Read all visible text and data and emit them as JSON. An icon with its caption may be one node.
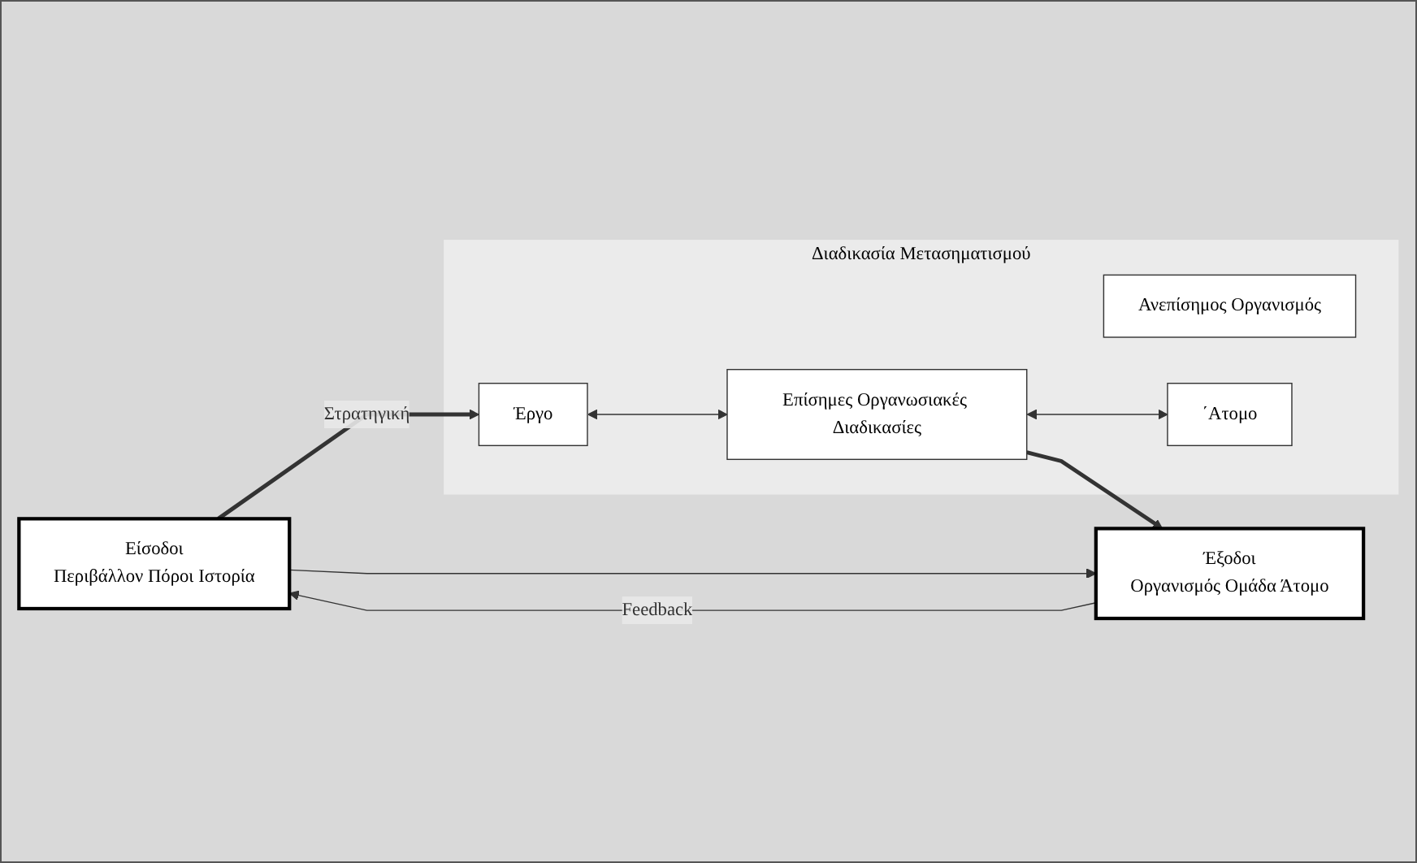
{
  "diagram": {
    "nodes": [
      {
        "text": [
          "Είσοδοι",
          "Περιβάλλον Πόροι Ιστορία"
        ]
      },
      {
        "text": [
          "Διαδικασία Μετασηματισμού"
        ]
      },
      {
        "text": [
          "Ανεπίσημος Οργανισμός"
        ],
        "in": 1
      },
      {
        "text": [
          "Έργο"
        ],
        "in": 1
      },
      {
        "text": [
          "Επίσημες Οργανωσιακές Διαδικασίες"
        ],
        "in": 1
      },
      {
        "text": [
          "΄Ατομο"
        ],
        "in": 1
      },
      {
        "text": [
          "Έξοδοι",
          "Οργανισμός Ομάδα Άτομο"
        ]
      }
    ],
    "edges": [
      {
        "from": 0,
        "to": 3,
        "arrow": "to",
        "label": "Στρατηγική",
        "style": "thick"
      },
      {
        "from": 3,
        "to": 4,
        "arrow": "both"
      },
      {
        "from": 4,
        "to": 5,
        "arrow": "both"
      },
      {
        "from": 4,
        "to": 6,
        "arrow": "to",
        "style": "thick"
      },
      {
        "from": 0,
        "to": 6,
        "arrow": "to"
      },
      {
        "from": 6,
        "to": 0,
        "arrow": "to",
        "label": "Feedback"
      }
    ]
  }
}
